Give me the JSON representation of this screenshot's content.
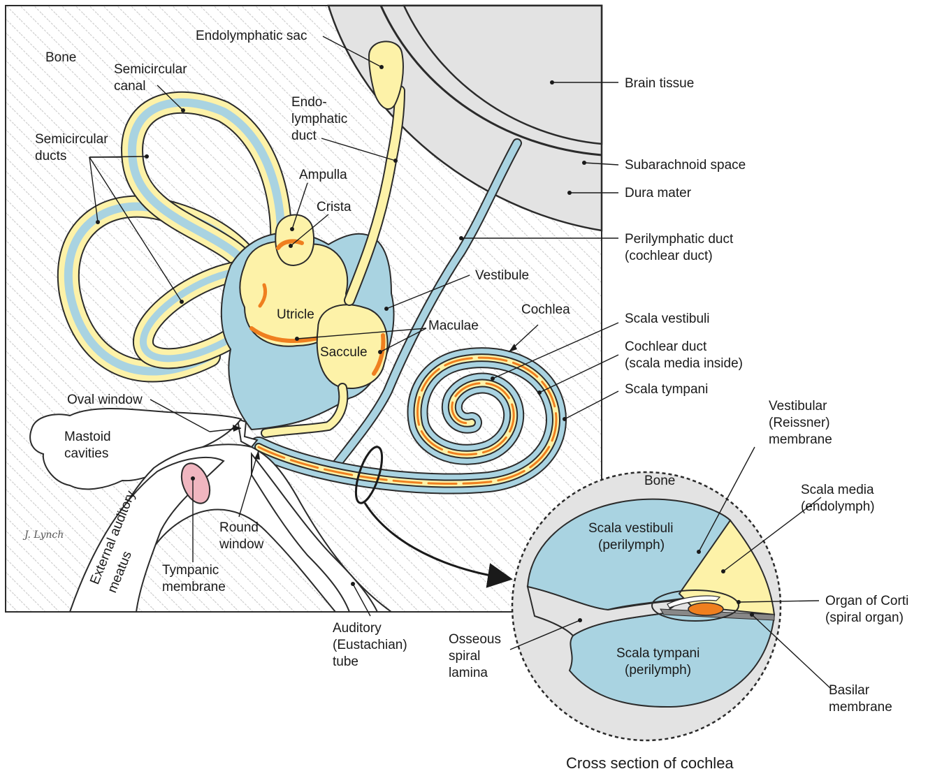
{
  "colors": {
    "bone_hatch": "#c9c9c9",
    "perilymph": "#a9d3e1",
    "endolymph": "#fdf2a8",
    "sensory": "#ef7f1f",
    "brain": "#e3e3e3",
    "tympanic": "#f0b6c0",
    "outline": "#2b2b2b"
  },
  "labels": {
    "bone": "Bone",
    "semicircular_canal_l1": "Semicircular",
    "semicircular_canal_l2": "canal",
    "semicircular_ducts_l1": "Semicircular",
    "semicircular_ducts_l2": "ducts",
    "endolymphatic_sac": "Endolymphatic sac",
    "endolymphatic_duct_l1": "Endo-",
    "endolymphatic_duct_l2": "lymphatic",
    "endolymphatic_duct_l3": "duct",
    "ampulla": "Ampulla",
    "crista": "Crista",
    "utricle": "Utricle",
    "saccule": "Saccule",
    "maculae": "Maculae",
    "vestibule": "Vestibule",
    "cochlea": "Cochlea",
    "oval_window": "Oval window",
    "mastoid_l1": "Mastoid",
    "mastoid_l2": "cavities",
    "round_window_l1": "Round",
    "round_window_l2": "window",
    "external_meatus_l1": "External auditory",
    "external_meatus_l2": "meatus",
    "tympanic_l1": "Tympanic",
    "tympanic_l2": "membrane",
    "auditory_tube_l1": "Auditory",
    "auditory_tube_l2": "(Eustachian)",
    "auditory_tube_l3": "tube",
    "brain_tissue": "Brain tissue",
    "subarachnoid": "Subarachnoid space",
    "dura_mater": "Dura mater",
    "perilymphatic_l1": "Perilymphatic duct",
    "perilymphatic_l2": "(cochlear duct)",
    "scala_vestibuli": "Scala vestibuli",
    "cochlear_duct_l1": "Cochlear duct",
    "cochlear_duct_l2": "(scala media inside)",
    "scala_tympani": "Scala tympani",
    "signature": "J. Lynch"
  },
  "cross_section": {
    "caption": "Cross section of cochlea",
    "bone": "Bone",
    "sv_l1": "Scala vestibuli",
    "sv_l2": "(perilymph)",
    "st_l1": "Scala tympani",
    "st_l2": "(perilymph)",
    "vestibular_l1": "Vestibular",
    "vestibular_l2": "(Reissner)",
    "vestibular_l3": "membrane",
    "media_l1": "Scala media",
    "media_l2": "(endolymph)",
    "corti_l1": "Organ of Corti",
    "corti_l2": "(spiral organ)",
    "osseous_l1": "Osseous",
    "osseous_l2": "spiral",
    "osseous_l3": "lamina",
    "basilar_l1": "Basilar",
    "basilar_l2": "membrane"
  }
}
